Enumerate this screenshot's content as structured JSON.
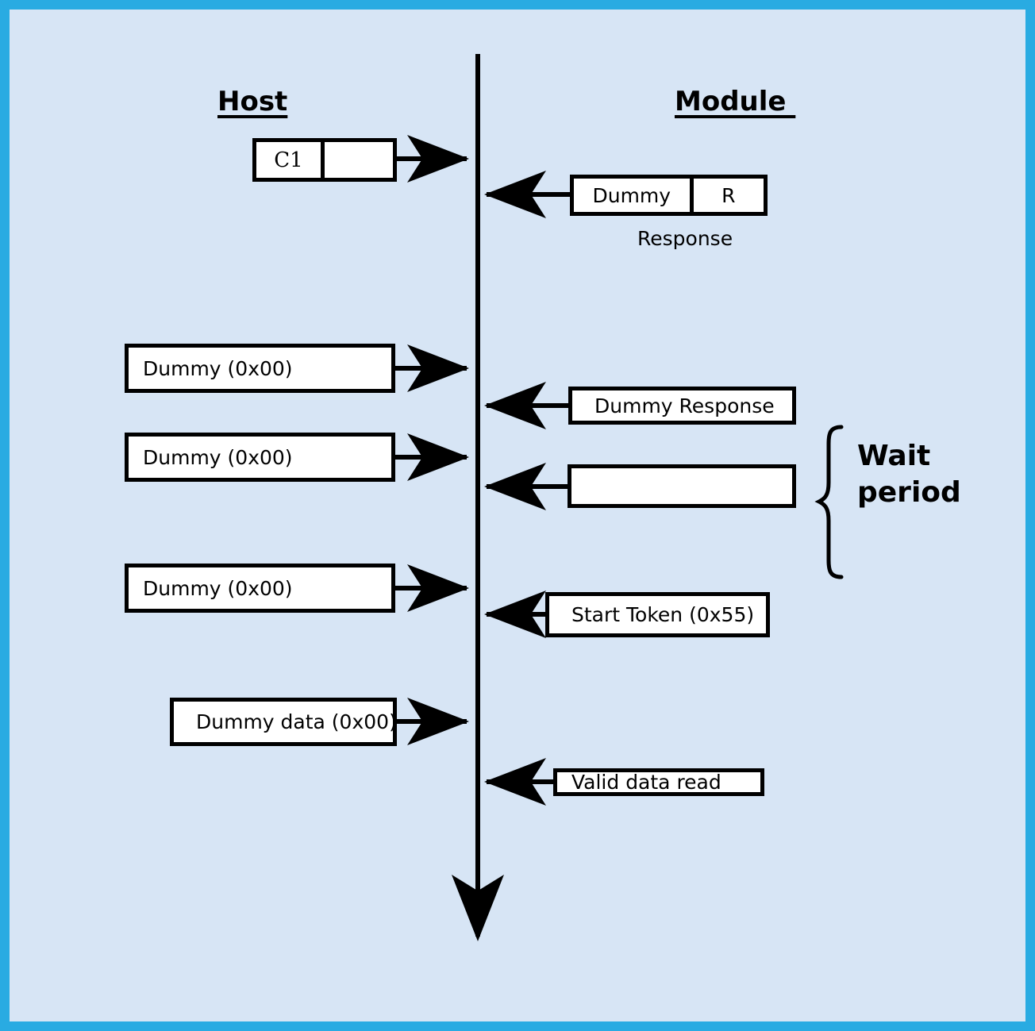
{
  "diagram": {
    "title_host": "Host",
    "title_module": "Module ",
    "wait_period_label": "Wait\nperiod",
    "response_caption": "Response",
    "colors": {
      "frame": "#29ABE2",
      "background": "#d7e5f5",
      "box_fill": "#ffffff",
      "stroke": "#000000"
    },
    "host_messages": [
      {
        "label": "C1",
        "sublabel": ""
      },
      {
        "label": "Dummy (0x00)"
      },
      {
        "label": "Dummy (0x00)"
      },
      {
        "label": "Dummy (0x00)"
      },
      {
        "label": "Dummy data (0x00)"
      }
    ],
    "module_messages": [
      {
        "label": "Dummy",
        "sublabel": "R",
        "caption": "Response"
      },
      {
        "label": "Dummy Response"
      },
      {
        "label": ""
      },
      {
        "label": "Start Token (0x55)"
      },
      {
        "label": "Valid data read"
      }
    ]
  }
}
